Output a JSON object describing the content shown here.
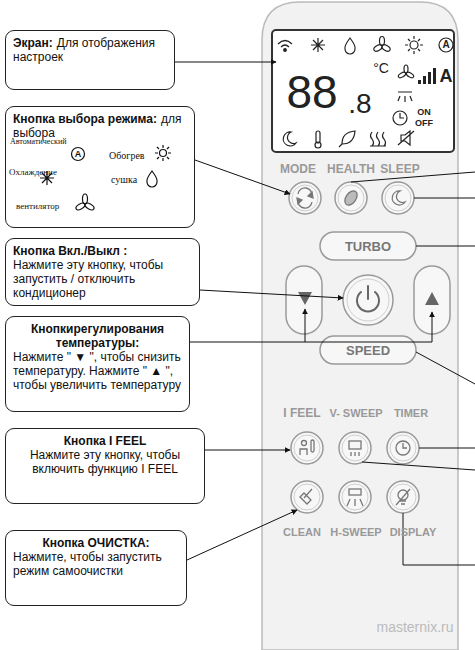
{
  "diagram": {
    "nodes": [
      {
        "text": [
          "Экран:",
          "Для отображения настроек"
        ]
      },
      {
        "text": [
          "Кнопка выбора режима:",
          "для выбора",
          "Автоматический",
          "Обогрев",
          "Охлаждение",
          "сушка",
          "вентилятор"
        ]
      },
      {
        "text": [
          "Кнопка Вкл./Выкл :",
          "Нажмите эту кнопку, чтобы запустить / отключить кондиционер"
        ]
      },
      {
        "text": [
          "Кнопкирегулирования температуры:",
          "Нажмите \" ▼ \", чтобы снизить температуру. Нажмите \" ▲ \", чтобы увеличить температуру"
        ]
      },
      {
        "text": [
          "Кнопка I FEEL",
          "Нажмите эту кнопку, чтобы включить функцию I FEEL"
        ]
      },
      {
        "text": [
          "Кнопка ОЧИСТКА:",
          "Нажмите, чтобы запустить режим самоочистки"
        ]
      }
    ],
    "labels": [
      "A",
      "88",
      ".8",
      "°C",
      "A",
      "ON",
      "OFF",
      "MODE",
      "HEALTH",
      "SLEEP",
      "TURBO",
      "SPEED",
      "I FEEL",
      "V- SWEEP",
      "TIMER",
      "CLEAN",
      "H-SWEEP",
      "DISPLAY",
      "A",
      "masternix.ru"
    ]
  }
}
